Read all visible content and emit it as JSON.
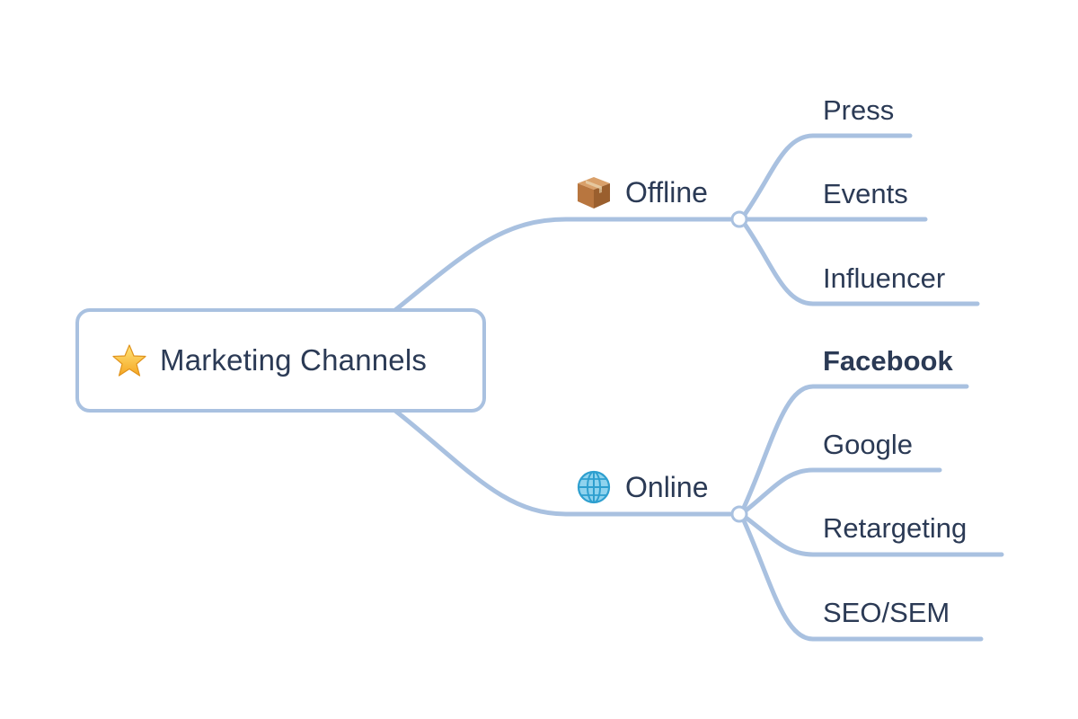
{
  "diagram": {
    "type": "mind-map",
    "colors": {
      "line": "#a9c1e0",
      "text": "#2b3a55",
      "background": "#ffffff",
      "connector_fill": "#ffffff"
    },
    "root": {
      "icon": "star-icon",
      "label": "Marketing Channels"
    },
    "branches": [
      {
        "icon": "package-icon",
        "label": "Offline",
        "children": [
          {
            "label": "Press",
            "bold": false
          },
          {
            "label": "Events",
            "bold": false
          },
          {
            "label": "Influencer",
            "bold": false
          }
        ]
      },
      {
        "icon": "globe-icon",
        "label": "Online",
        "children": [
          {
            "label": "Facebook",
            "bold": true
          },
          {
            "label": "Google",
            "bold": false
          },
          {
            "label": "Retargeting",
            "bold": false
          },
          {
            "label": "SEO/SEM",
            "bold": false
          }
        ]
      }
    ]
  }
}
